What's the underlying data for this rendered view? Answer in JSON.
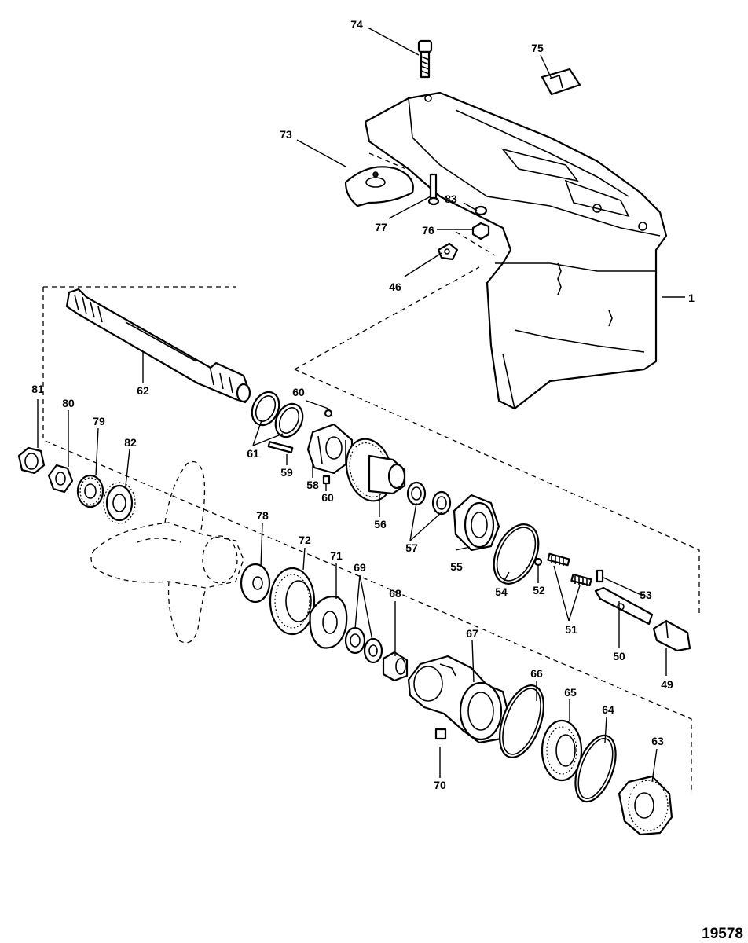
{
  "figure_number": "19578",
  "callouts": {
    "c1": "1",
    "c46": "46",
    "c49": "49",
    "c50": "50",
    "c51": "51",
    "c52": "52",
    "c53": "53",
    "c54": "54",
    "c55": "55",
    "c56": "56",
    "c57": "57",
    "c58": "58",
    "c59": "59",
    "c60a": "60",
    "c60b": "60",
    "c61": "61",
    "c62": "62",
    "c63": "63",
    "c64": "64",
    "c65": "65",
    "c66": "66",
    "c67": "67",
    "c68": "68",
    "c69": "69",
    "c70": "70",
    "c71": "71",
    "c72": "72",
    "c73": "73",
    "c74": "74",
    "c75": "75",
    "c76": "76",
    "c77": "77",
    "c78": "78",
    "c79": "79",
    "c80": "80",
    "c81": "81",
    "c82": "82",
    "c83": "83"
  }
}
